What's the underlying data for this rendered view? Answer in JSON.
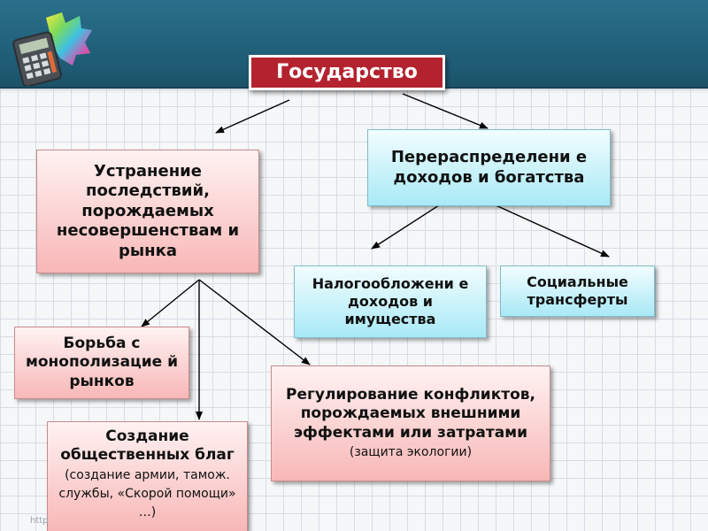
{
  "title": "Государство",
  "boxes": {
    "elimination": "Устранение последствий, порождаемых несовершенствам и рынка",
    "redistribution": "Перераспределени е доходов и богатства",
    "taxation": "Налогообложени е доходов и имущества",
    "social_transfers": "Социальные трансферты",
    "monopoly": "Борьба с монополизацие й рынков",
    "regulation_main": "Регулирование конфликтов, порождаемых внешними эффектами или затратами",
    "regulation_note": "(защита экологии)",
    "public_goods_main": "Создание общественных благ",
    "public_goods_note": "(создание армии, тамож. службы, «Скорой помощи» …)"
  },
  "watermark": "http",
  "colors": {
    "header_band": "#1e5a73",
    "title_fill": "#b3222e",
    "red_box": "#f8b7b7",
    "cyan_box": "#a9e9f6"
  }
}
